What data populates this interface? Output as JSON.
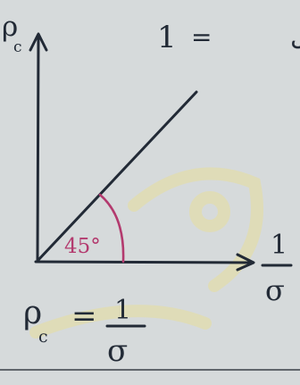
{
  "axes": {
    "y_label": {
      "numerator": "ρ",
      "denominator": "c"
    },
    "x_label": {
      "numerator": "1",
      "denominator": "σ"
    }
  },
  "header_note": {
    "value": "1",
    "equals": "=",
    "arabic_word": "الميل"
  },
  "angle_label": "45°",
  "equation": {
    "lhs": {
      "numerator": "ρ",
      "denominator": "c"
    },
    "equals": "=",
    "rhs": {
      "numerator": "1",
      "denominator": "σ"
    }
  },
  "colors": {
    "ink": "#222a36",
    "accent": "#b33a6e",
    "paper": "#d6dadb"
  }
}
